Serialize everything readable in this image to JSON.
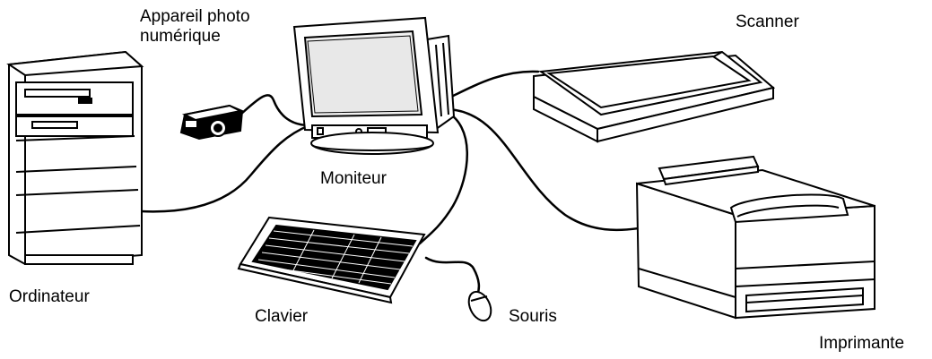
{
  "labels": {
    "camera_line1": "Appareil photo",
    "camera_line2": "numérique",
    "monitor": "Moniteur",
    "scanner": "Scanner",
    "computer": "Ordinateur",
    "keyboard": "Clavier",
    "mouse": "Souris",
    "printer": "Imprimante"
  },
  "colors": {
    "line": "#000000",
    "fill": "#ffffff",
    "dark": "#000000",
    "screen_gray": "#e8e8e8"
  }
}
